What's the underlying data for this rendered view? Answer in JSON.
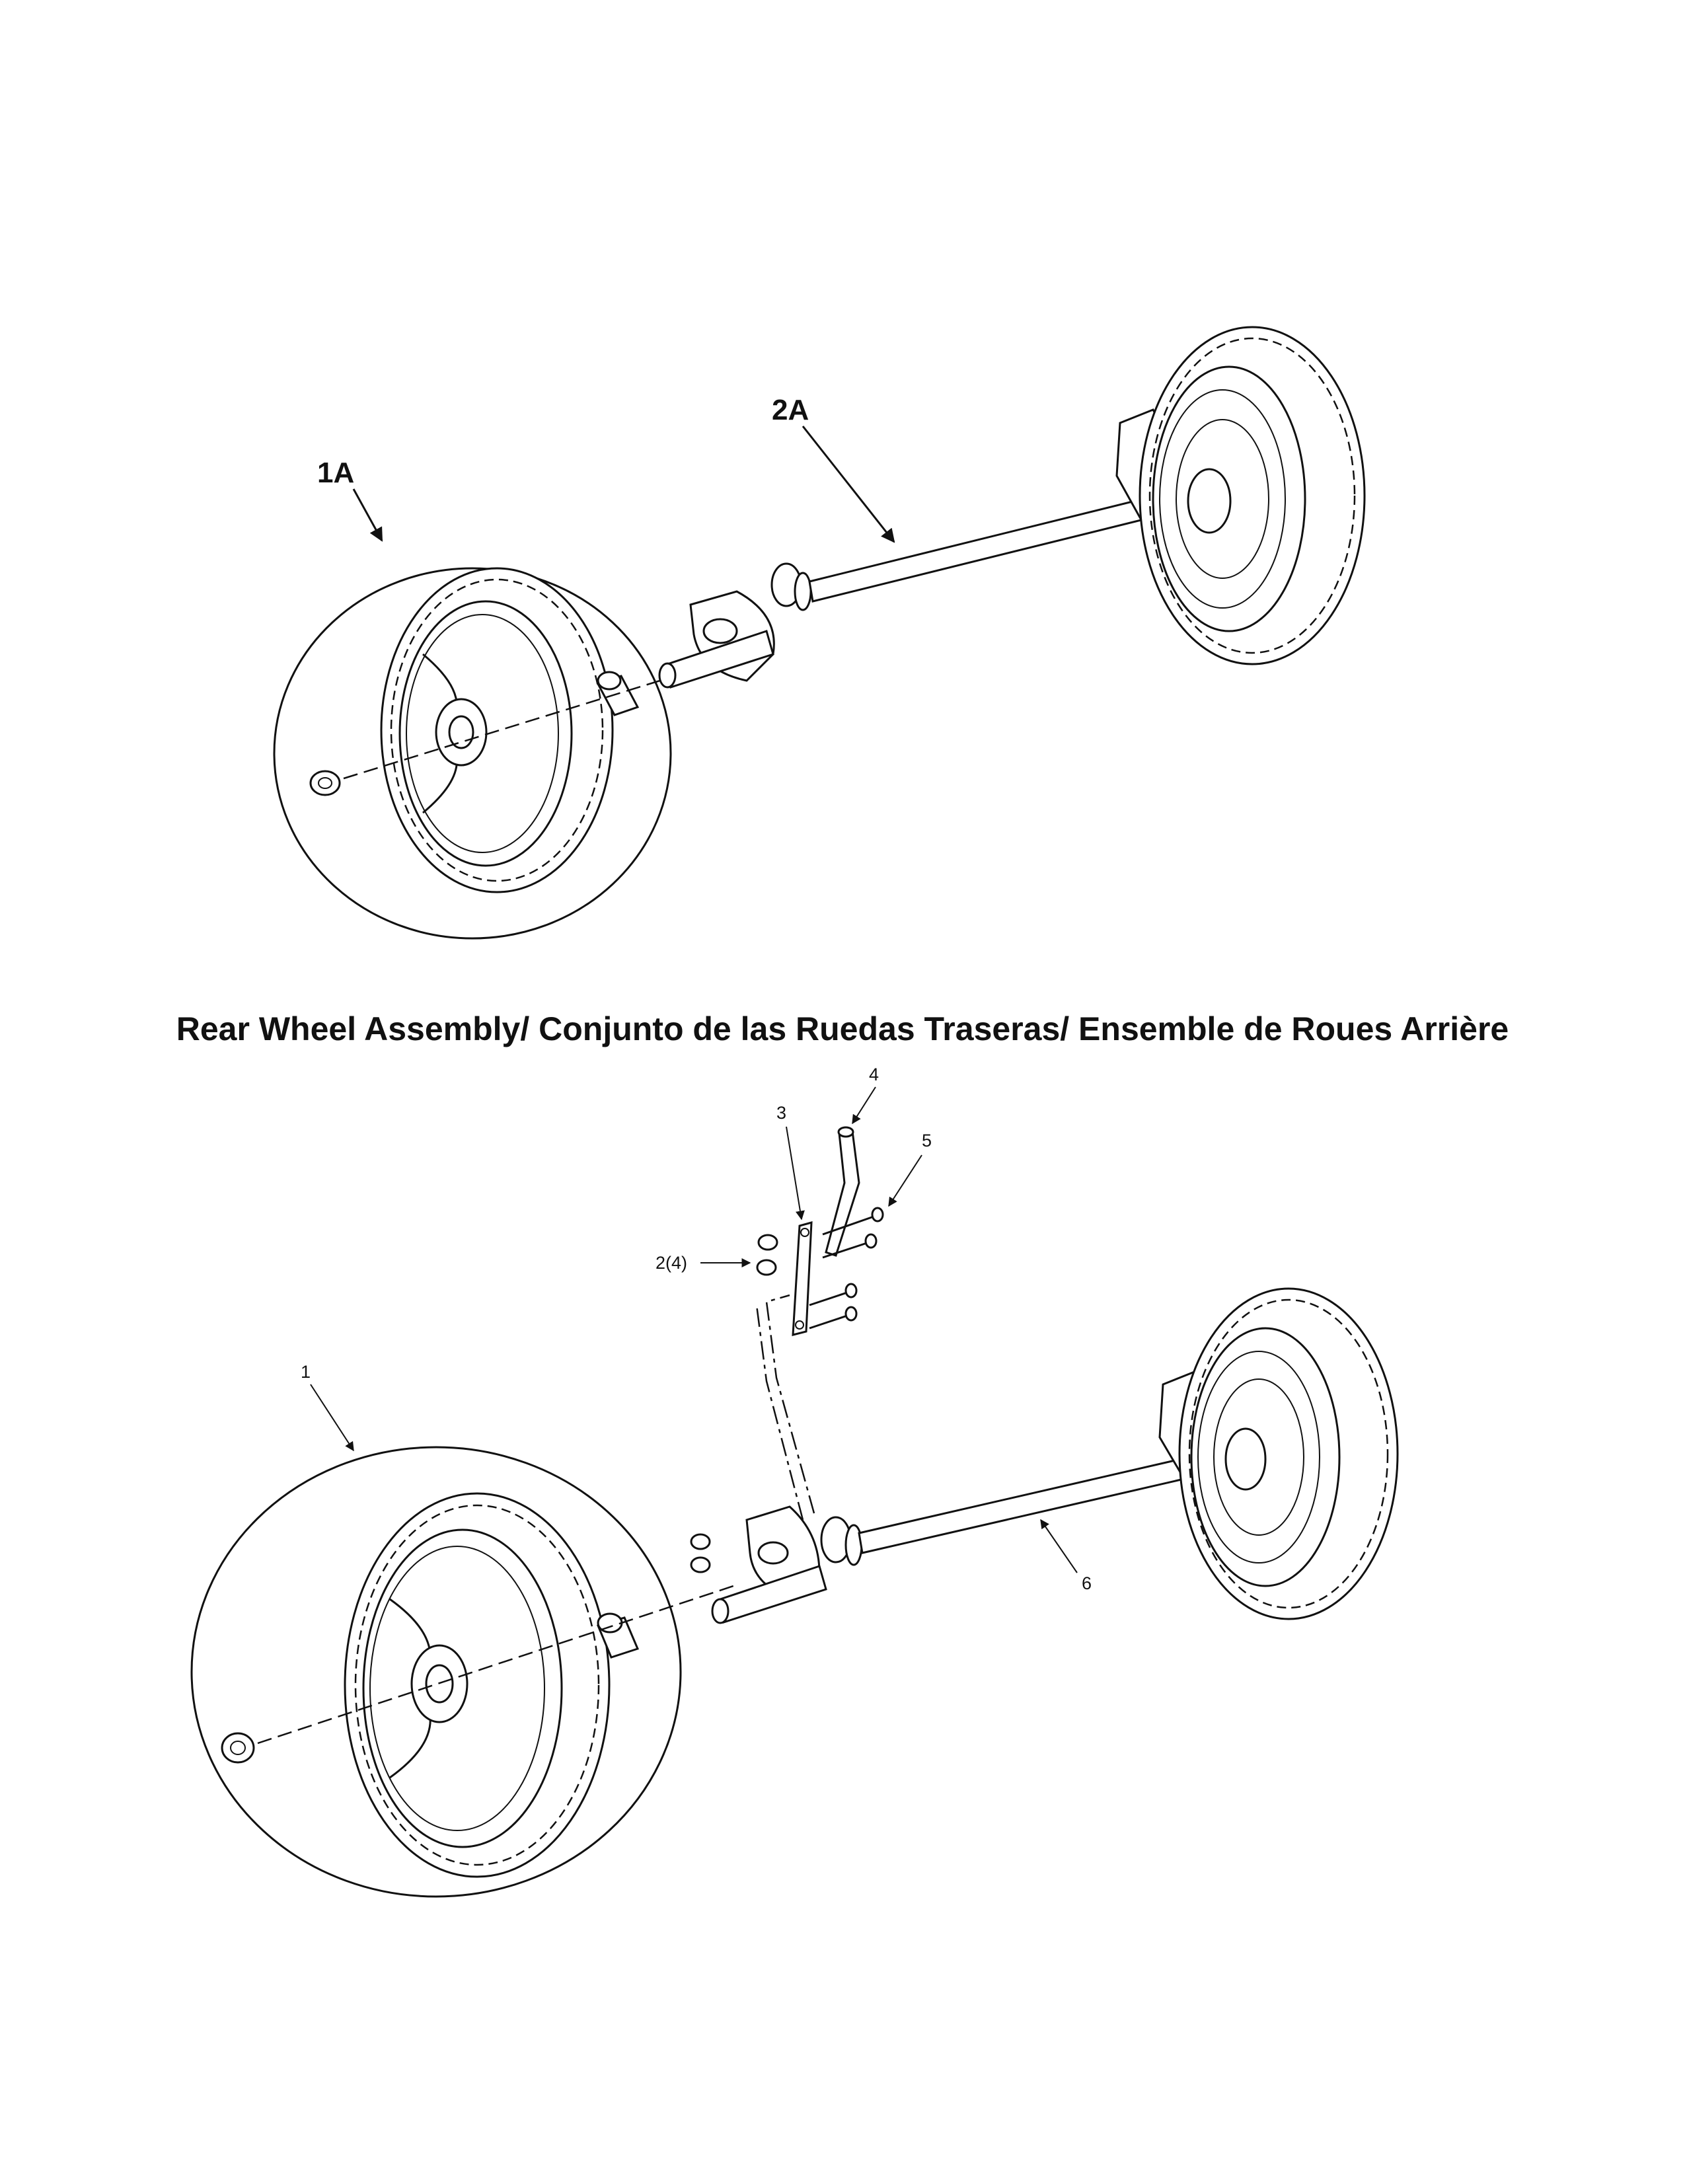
{
  "title": "Rear Wheel Assembly/ Conjunto de las Ruedas Traseras/ Ensemble de Roues Arrière",
  "upper_diagram": {
    "callouts": [
      "1A",
      "2A"
    ]
  },
  "lower_diagram": {
    "callouts": [
      "1",
      "2(4)",
      "3",
      "4",
      "5",
      "6"
    ]
  }
}
